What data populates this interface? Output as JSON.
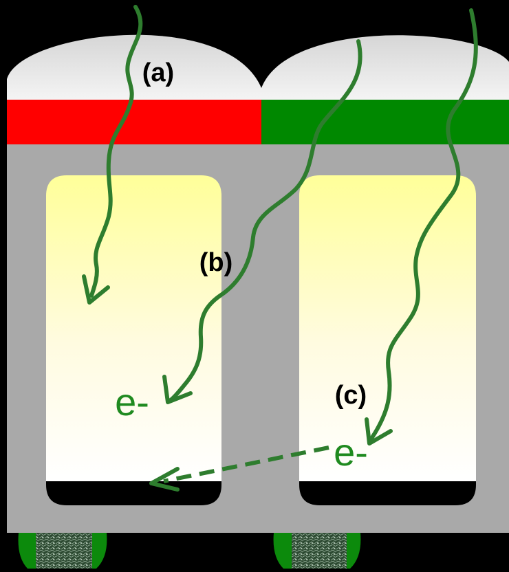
{
  "labels": {
    "a": "(a)",
    "b": "(b)",
    "c": "(c)",
    "electron_b": "e-",
    "electron_c": "e-"
  },
  "colors": {
    "background": "#000000",
    "microlens": "#e2e2e2",
    "filter_red": "#ff0000",
    "filter_green": "#008800",
    "substrate": "#a9a9a9",
    "photodiode_top": "#ffff99",
    "photodiode_bottom": "#ffffff",
    "path_green": "#2e7d2e",
    "electron_text": "#1f8a1f",
    "label_text": "#000000",
    "contact": "#0c8a0c"
  },
  "icons": {
    "arrowhead": "chevron-arrowhead"
  }
}
